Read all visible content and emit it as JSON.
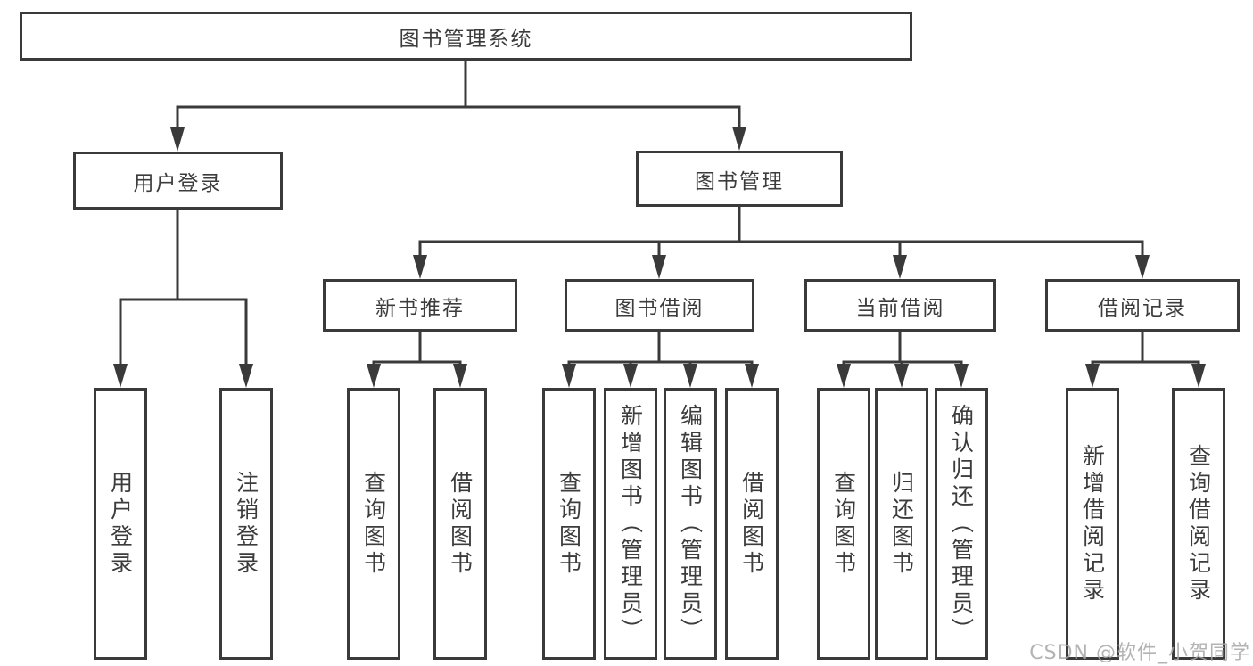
{
  "colors": {
    "line": "#3a3a3a",
    "box_border": "#3a3a3a",
    "text": "#3c3c3c",
    "background": "#ffffff",
    "watermark": "#a6a6a6"
  },
  "diagram": {
    "root": {
      "label": "图书管理系统",
      "children": [
        {
          "label": "用户登录",
          "children": [
            {
              "label": "用户登录"
            },
            {
              "label": "注销登录"
            }
          ]
        },
        {
          "label": "图书管理",
          "children": [
            {
              "label": "新书推荐",
              "children": [
                {
                  "label": "查询图书"
                },
                {
                  "label": "借阅图书"
                }
              ]
            },
            {
              "label": "图书借阅",
              "children": [
                {
                  "label": "查询图书"
                },
                {
                  "label": "新增图书（管理员）"
                },
                {
                  "label": "编辑图书（管理员）"
                },
                {
                  "label": "借阅图书"
                }
              ]
            },
            {
              "label": "当前借阅",
              "children": [
                {
                  "label": "查询图书"
                },
                {
                  "label": "归还图书"
                },
                {
                  "label": "确认归还（管理员）"
                }
              ]
            },
            {
              "label": "借阅记录",
              "children": [
                {
                  "label": "新增借阅记录"
                },
                {
                  "label": "查询借阅记录"
                }
              ]
            }
          ]
        }
      ]
    }
  },
  "watermark": {
    "text": "CSDN @软件_小贺同学"
  }
}
